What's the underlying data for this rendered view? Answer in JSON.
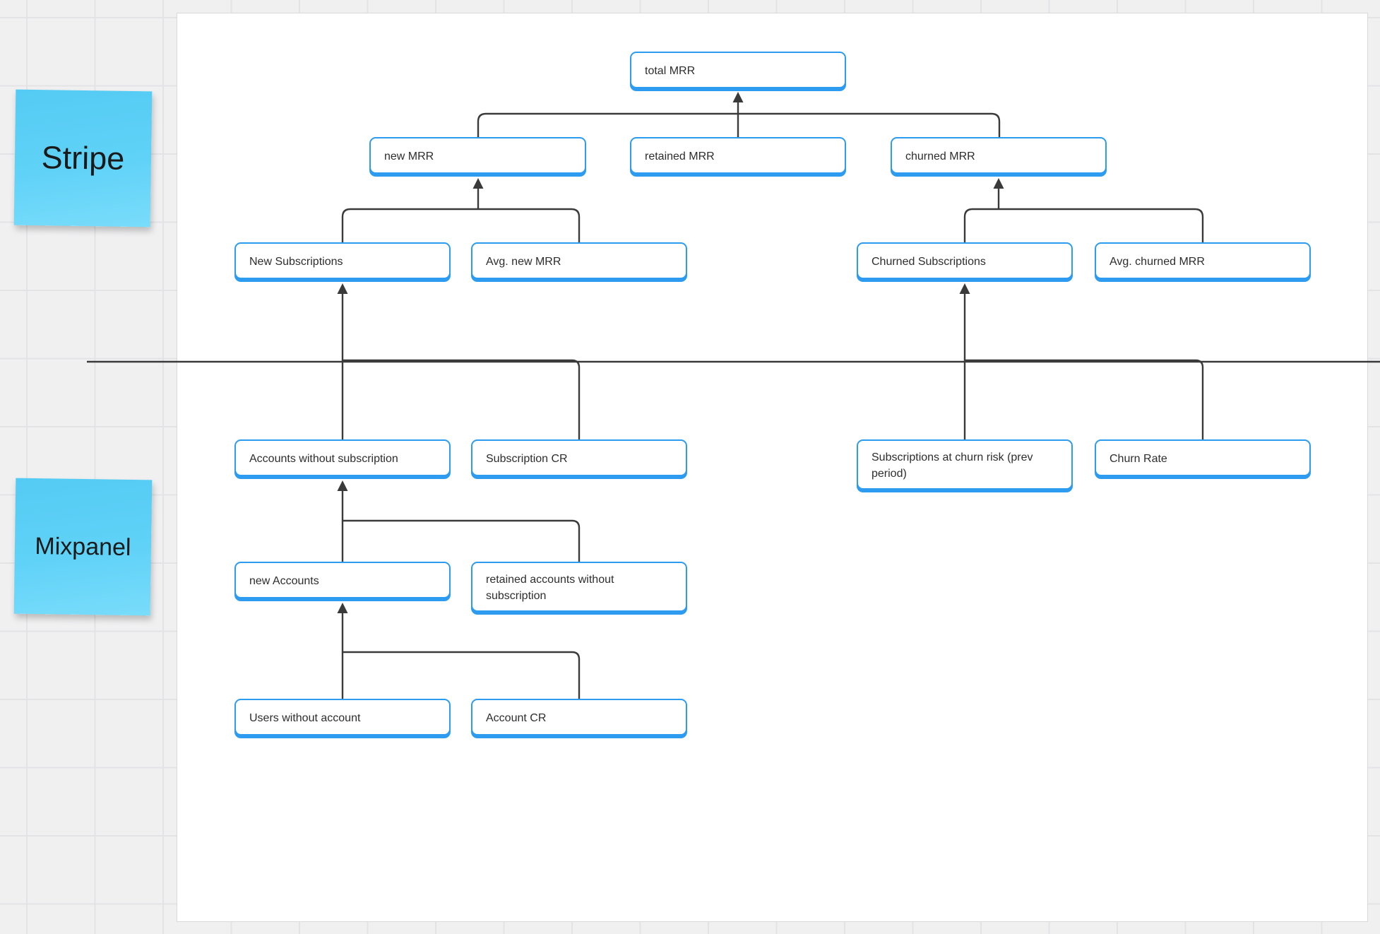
{
  "stickies": [
    {
      "label": "Stripe"
    },
    {
      "label": "Mixpanel"
    }
  ],
  "nodes": {
    "total_mrr": "total MRR",
    "new_mrr": "new MRR",
    "retained_mrr": "retained MRR",
    "churned_mrr": "churned MRR",
    "new_subscriptions": "New Subscriptions",
    "avg_new_mrr": "Avg. new MRR",
    "churned_subscriptions": "Churned Subscriptions",
    "avg_churned_mrr": "Avg. churned MRR",
    "accounts_without_subscription": "Accounts without subscription",
    "subscription_cr": "Subscription CR",
    "subscriptions_at_churn_risk": "Subscriptions at churn risk (prev period)",
    "churn_rate": "Churn Rate",
    "new_accounts": "new Accounts",
    "retained_accounts_without_subscription": "retained accounts without subscription",
    "users_without_account": "Users without account",
    "account_cr": "Account CR"
  },
  "edges": [
    {
      "from": "new_mrr",
      "to": "total_mrr"
    },
    {
      "from": "retained_mrr",
      "to": "total_mrr"
    },
    {
      "from": "churned_mrr",
      "to": "total_mrr"
    },
    {
      "from": "new_subscriptions",
      "to": "new_mrr"
    },
    {
      "from": "avg_new_mrr",
      "to": "new_mrr"
    },
    {
      "from": "churned_subscriptions",
      "to": "churned_mrr"
    },
    {
      "from": "avg_churned_mrr",
      "to": "churned_mrr"
    },
    {
      "from": "accounts_without_subscription",
      "to": "new_subscriptions"
    },
    {
      "from": "subscription_cr",
      "to": "new_subscriptions"
    },
    {
      "from": "subscriptions_at_churn_risk",
      "to": "churned_subscriptions"
    },
    {
      "from": "churn_rate",
      "to": "churned_subscriptions"
    },
    {
      "from": "new_accounts",
      "to": "accounts_without_subscription"
    },
    {
      "from": "retained_accounts_without_subscription",
      "to": "accounts_without_subscription"
    },
    {
      "from": "users_without_account",
      "to": "new_accounts"
    },
    {
      "from": "account_cr",
      "to": "new_accounts"
    }
  ],
  "colors": {
    "node_border": "#2d9bf0",
    "connector": "#3a3a3a",
    "sticky_fill": "#5fd0f6",
    "board_background": "#f0f0f1",
    "frame_background": "#ffffff"
  }
}
